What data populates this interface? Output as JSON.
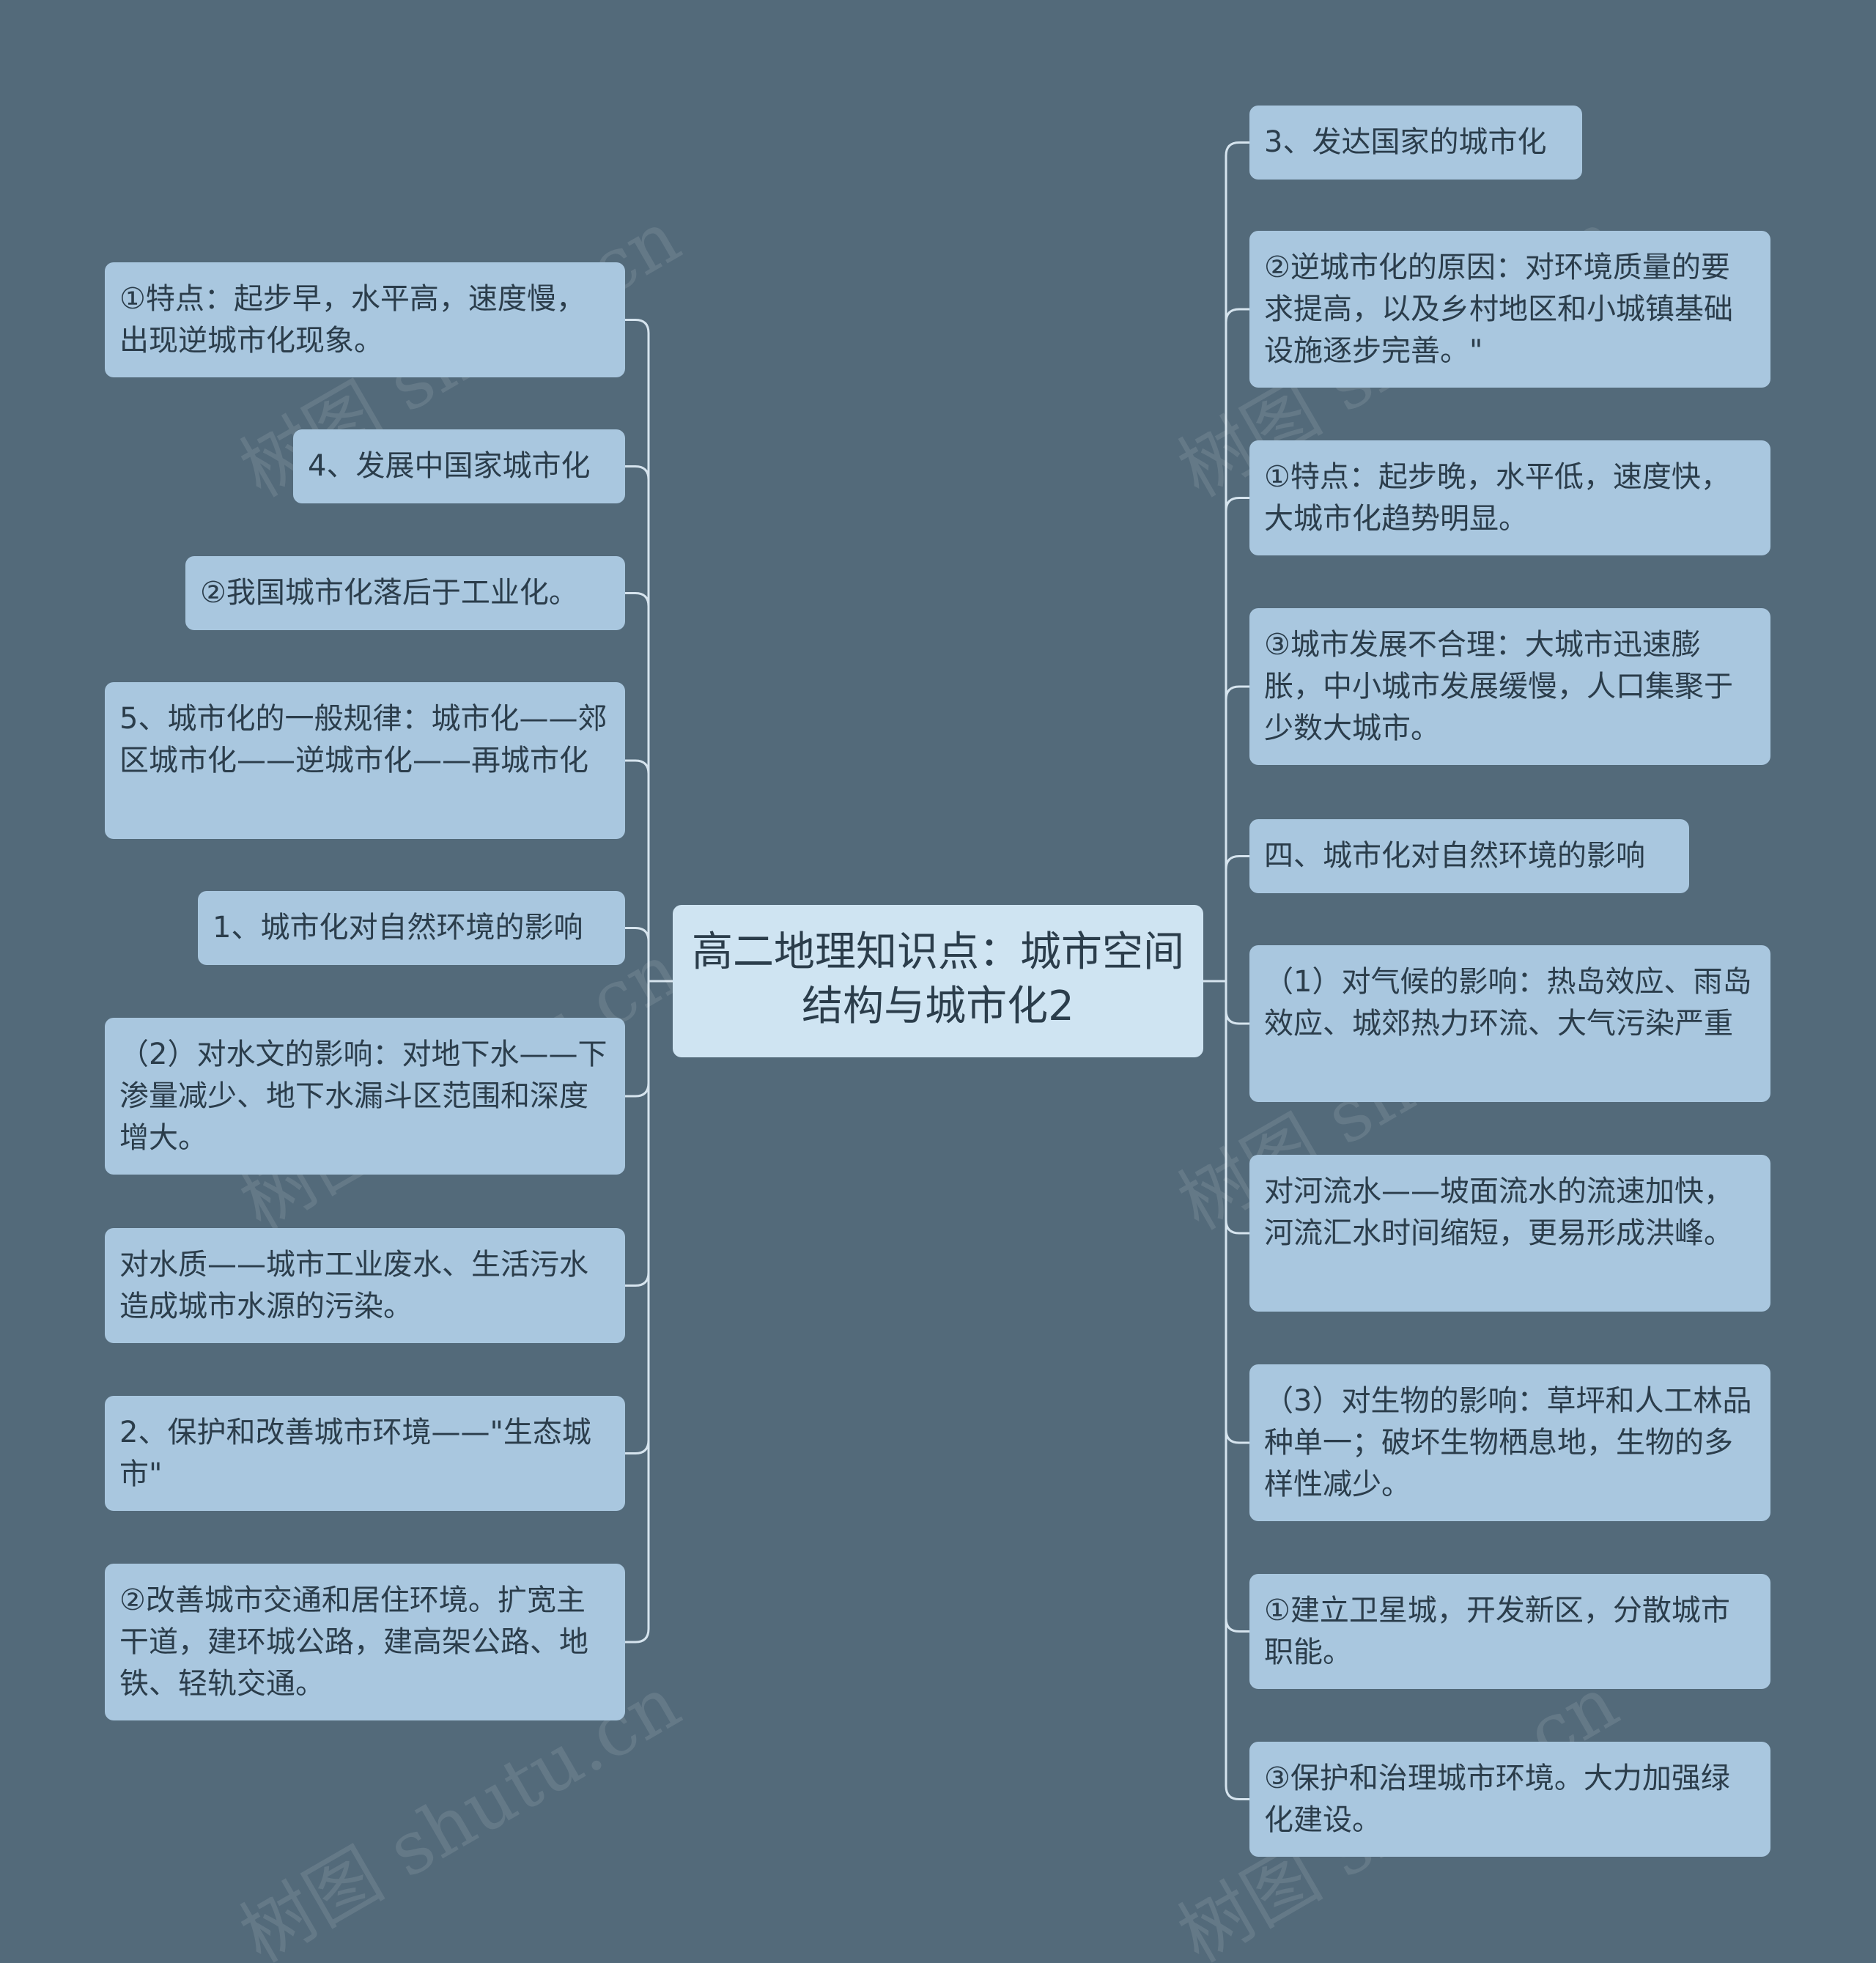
{
  "colors": {
    "background": "#536a7a",
    "node": "#a9c7df",
    "center_node": "#cfe4f2",
    "connector": "#d6e4ee",
    "text": "#2b3d4b"
  },
  "center": {
    "title": "高二地理知识点：城市空间结构与城市化2"
  },
  "left_nodes": [
    {
      "text": "①特点：起步早，水平高，速度慢，出现逆城市化现象。"
    },
    {
      "text": "4、发展中国家城市化"
    },
    {
      "text": "②我国城市化落后于工业化。"
    },
    {
      "text": "5、城市化的一般规律：城市化——郊区城市化——逆城市化——再城市化"
    },
    {
      "text": "1、城市化对自然环境的影响"
    },
    {
      "text": "（2）对水文的影响：对地下水——下渗量减少、地下水漏斗区范围和深度增大。"
    },
    {
      "text": "对水质——城市工业废水、生活污水造成城市水源的污染。"
    },
    {
      "text": "2、保护和改善城市环境——\"生态城市\""
    },
    {
      "text": "②改善城市交通和居住环境。扩宽主干道，建环城公路，建高架公路、地铁、轻轨交通。"
    }
  ],
  "right_nodes": [
    {
      "text": "3、发达国家的城市化"
    },
    {
      "text": "②逆城市化的原因：对环境质量的要求提高，以及乡村地区和小城镇基础设施逐步完善。\""
    },
    {
      "text": "①特点：起步晚，水平低，速度快，大城市化趋势明显。"
    },
    {
      "text": "③城市发展不合理：大城市迅速膨胀，中小城市发展缓慢，人口集聚于少数大城市。"
    },
    {
      "text": "四、城市化对自然环境的影响"
    },
    {
      "text": "（1）对气候的影响：热岛效应、雨岛效应、城郊热力环流、大气污染严重"
    },
    {
      "text": "对河流水——坡面流水的流速加快，河流汇水时间缩短，更易形成洪峰。"
    },
    {
      "text": "（3）对生物的影响：草坪和人工林品种单一；破坏生物栖息地，生物的多样性减少。"
    },
    {
      "text": "①建立卫星城，开发新区，分散城市职能。"
    },
    {
      "text": "③保护和治理城市环境。大力加强绿化建设。"
    }
  ],
  "watermark": "树图 shutu.cn"
}
